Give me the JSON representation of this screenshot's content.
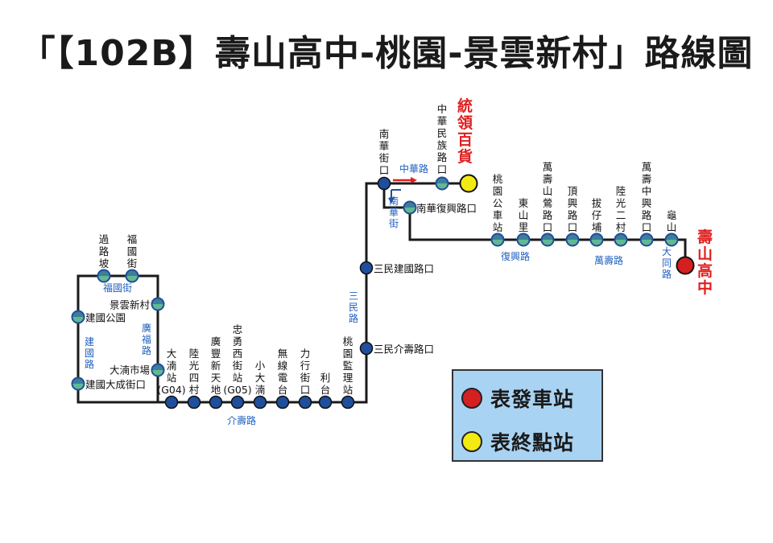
{
  "title": "「【102B】壽山高中-桃園-景雲新村」路線圖",
  "stations": {
    "shoushan_terminal": "壽山高中",
    "guishan": "龜山",
    "wanshou_zhongxing": "萬壽中興路口",
    "luguang_ercun": "陸光二村",
    "bazihpu": "拔仔埔",
    "dingxing": "頂興路口",
    "wanshou_shanying": "萬壽山鶯路口",
    "dongshanli": "東山里",
    "taoyuan_bus": "桃園公車站",
    "zhonghua_minzu": "中華民族路口",
    "tonglin": "統領百貨",
    "nanhua_jiekou": "南華街口",
    "nanhua_fuxing": "南華復興路口",
    "sanmin_jianguo": "三民建國路口",
    "sanmin_jieshou": "三民介壽路口",
    "taoyuan_jianli": "桃園監理站",
    "lita": "利台",
    "lixing": "力行街口",
    "wuxian": "無線電台",
    "xiaodadi": "小大湳",
    "zhongyong_xijie": "忠勇西街站",
    "zhongyong_code": "(G05)",
    "guangfeng": "廣豐新天地",
    "luguang_sicun": "陸光四村",
    "danan": "大湳站",
    "danan_code": "(G04)",
    "danan_market": "大湳市場",
    "jianguo_dacheng": "建國大成街口",
    "jianguo_park": "建國公園",
    "jingyun": "景雲新村",
    "guoluopo": "過路坡",
    "fuguojie": "福國街"
  },
  "roads": {
    "zhonghua": "中華路",
    "nanhua": "南華街",
    "fuxing": "復興路",
    "wanshou": "萬壽路",
    "datong": "大同路",
    "sanmin": "三民路",
    "jieshou": "介壽路",
    "fuguo": "福國街",
    "guangfu": "廣福路",
    "jianguo": "建國路"
  },
  "legend": {
    "start": "表發車站",
    "end": "表終點站"
  },
  "colors": {
    "line": "#1a1a1a",
    "stop_green": "#62b892",
    "stop_navy": "#1f4f9c",
    "start_red": "#d42020",
    "end_yellow": "#f3ea14",
    "road_blue": "#1f5fbf",
    "legend_bg": "#a9d3f2",
    "arrow_red": "#e02020"
  }
}
